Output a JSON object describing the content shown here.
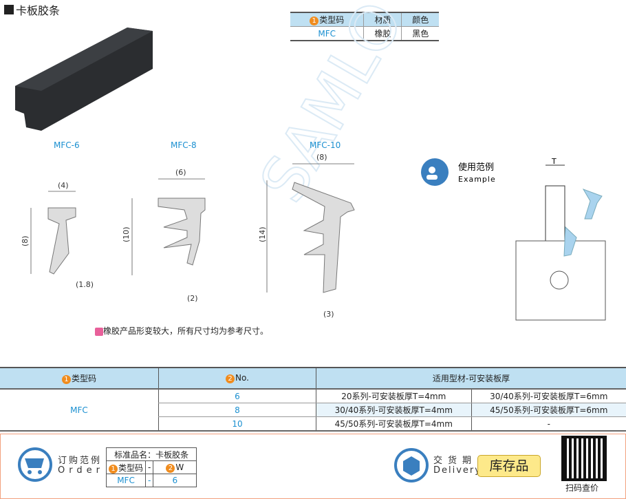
{
  "title": "卡板胶条",
  "spec_table": {
    "headers": [
      "类型码",
      "材质",
      "颜色"
    ],
    "row": [
      "MFC",
      "橡胶",
      "黑色"
    ]
  },
  "drawings": {
    "labels": [
      "MFC-6",
      "MFC-8",
      "MFC-10"
    ],
    "dims": {
      "mfc6": [
        "(4)",
        "(8)",
        "(1.8)"
      ],
      "mfc8": [
        "(6)",
        "(10)",
        "(2)"
      ],
      "mfc10": [
        "(8)",
        "(14)",
        "(3)"
      ]
    }
  },
  "example": {
    "label_cn": "使用范例",
    "label_en": "Example",
    "t_label": "T"
  },
  "note": "橡胶产品形变较大，所有尺寸均为参考尺寸。",
  "watermark": "SAMLO",
  "main_table": {
    "headers": [
      "类型码",
      "No.",
      "适用型材-可安装板厚"
    ],
    "type": "MFC",
    "rows": [
      {
        "no": "6",
        "a": "20系列-可安装板厚T=4mm",
        "b": "30/40系列-可安装板厚T=6mm"
      },
      {
        "no": "8",
        "a": "30/40系列-可安装板厚T=4mm",
        "b": "45/50系列-可安装板厚T=6mm"
      },
      {
        "no": "10",
        "a": "45/50系列-可安装板厚T=4mm",
        "b": "-"
      }
    ]
  },
  "order": {
    "label_cn": "订购范例",
    "label_en": "Order",
    "std_name": "标准品名：卡板胶条",
    "h1": "类型码",
    "sep": "-",
    "h2": "W",
    "v1": "MFC",
    "v2": "6"
  },
  "delivery": {
    "label_cn": "交货期",
    "label_en": "Delivery",
    "stock": "库存品",
    "qr_label": "扫码查价"
  },
  "colors": {
    "accent": "#1a8fd0",
    "header_bg": "#bfe0f2",
    "badge": "#f08c1e",
    "order_border": "#f2a07e"
  }
}
